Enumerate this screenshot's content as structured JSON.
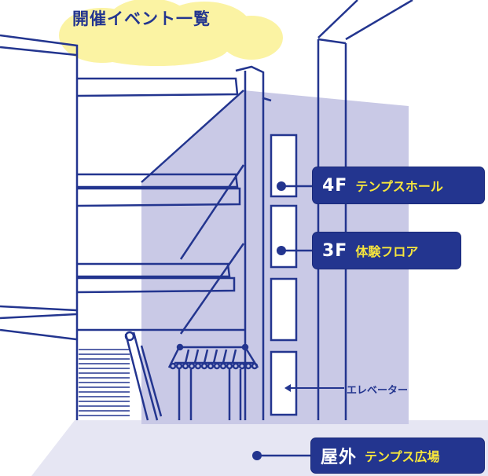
{
  "title": "開催イベント一覧",
  "labels": {
    "floor4": {
      "floor": "4F",
      "name": "テンプスホール"
    },
    "floor3": {
      "floor": "3F",
      "name": "体験フロア"
    },
    "outdoor": {
      "floor": "屋外",
      "name": "テンプス広場"
    },
    "elevator": "エレベーター"
  },
  "colors": {
    "line": "#23358f",
    "label_bg": "#23358f",
    "label_accent": "#f7e63c",
    "cloud": "#fbf3a3",
    "shade": "#c9c9e6",
    "ground": "#e6e6f3"
  }
}
